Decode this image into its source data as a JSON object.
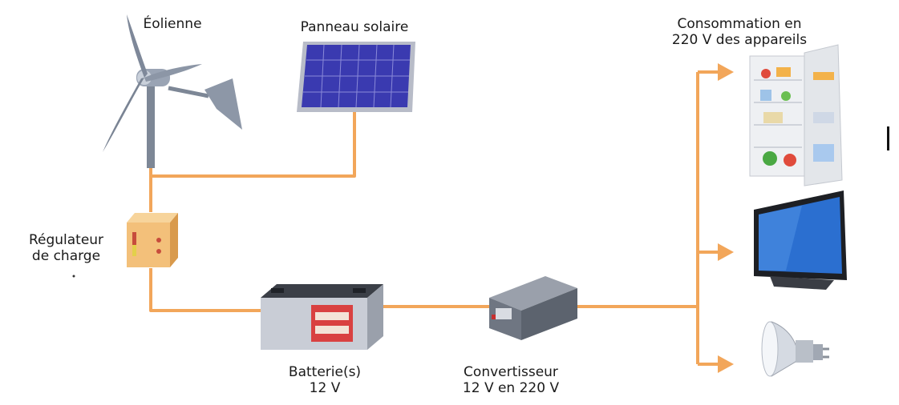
{
  "labels": {
    "eolienne": "Éolienne",
    "panneau": "Panneau solaire",
    "regulateur": [
      "Régulateur",
      "de charge"
    ],
    "batterie": [
      "Batterie(s)",
      "12 V"
    ],
    "convertisseur": [
      "Convertisseur",
      "12 V en 220 V"
    ],
    "consommation": [
      "Consommation en",
      "220 V des appareils"
    ]
  },
  "colors": {
    "wire": "#f2a65a",
    "panel_blue": "#3a3ab0",
    "panel_frame": "#b8bcc8",
    "turbine_gray": "#8b96a8",
    "regulator": "#f3c07a",
    "battery_body": "#c9cdd6",
    "battery_red": "#d94141",
    "converter": "#6f7682",
    "tv_screen": "#2b6fd0",
    "fridge": "#eef0f3"
  },
  "icons": [
    "wind-turbine-icon",
    "solar-panel-icon",
    "charge-regulator-icon",
    "battery-icon",
    "converter-icon",
    "fridge-icon",
    "tv-icon",
    "bulb-icon"
  ]
}
